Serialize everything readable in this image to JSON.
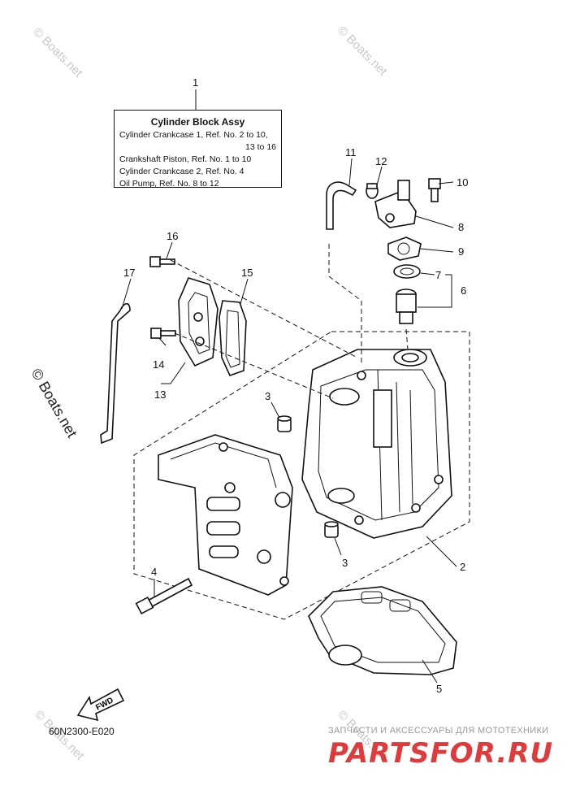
{
  "info_box": {
    "title": "Cylinder Block Assy",
    "line1": "Cylinder Crankcase 1,   Ref. No.  2  to  10,",
    "line1b": "13  to  16",
    "line2": "Crankshaft Piston,  Ref. No.  1  to  10",
    "line3": "Cylinder Crankcase 2,   Ref. No.  4",
    "line4": "Oil Pump,   Ref. No.  8  to  12"
  },
  "callouts": [
    "1",
    "2",
    "3",
    "3",
    "4",
    "5",
    "6",
    "7",
    "8",
    "9",
    "10",
    "11",
    "12",
    "13",
    "14",
    "15",
    "16",
    "17"
  ],
  "fwd_label": "FWD",
  "diagram_code": "60N2300-E020",
  "watermark": "© Boats.net",
  "shop_tagline": "ЗАПЧАСТИ И АКСЕССУАРЫ ДЛЯ МОТОТЕХНИКИ",
  "shop_logo": "PARTSFOR.RU"
}
